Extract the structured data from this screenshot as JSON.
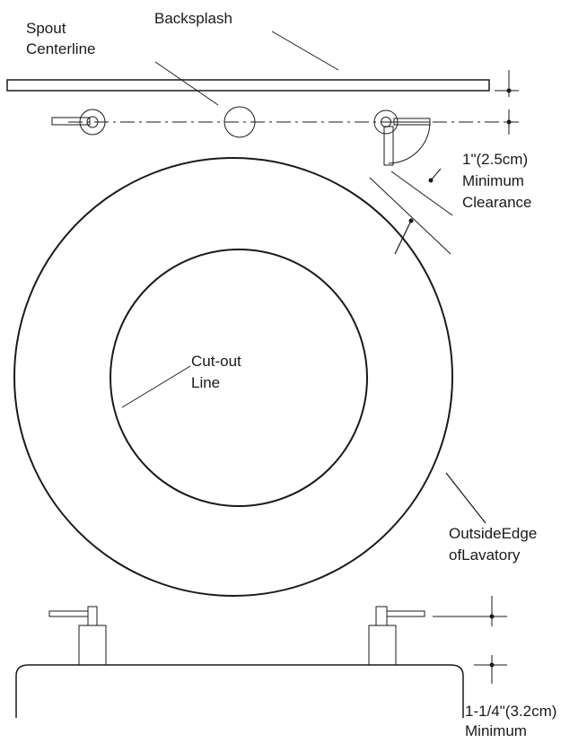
{
  "labels": {
    "backsplash": "Backsplash",
    "spout_line1": "Spout",
    "spout_line2": "Centerline",
    "clearance_line1": "1\"(2.5cm)",
    "clearance_line2": "Minimum",
    "clearance_line3": "Clearance",
    "cutout_line1": "Cut-out",
    "cutout_line2": "Line",
    "outside_line1": "OutsideEdge",
    "outside_line2": "ofLavatory",
    "height_line1": "1-1/4\"(3.2cm)",
    "height_line2": "Minimum"
  }
}
